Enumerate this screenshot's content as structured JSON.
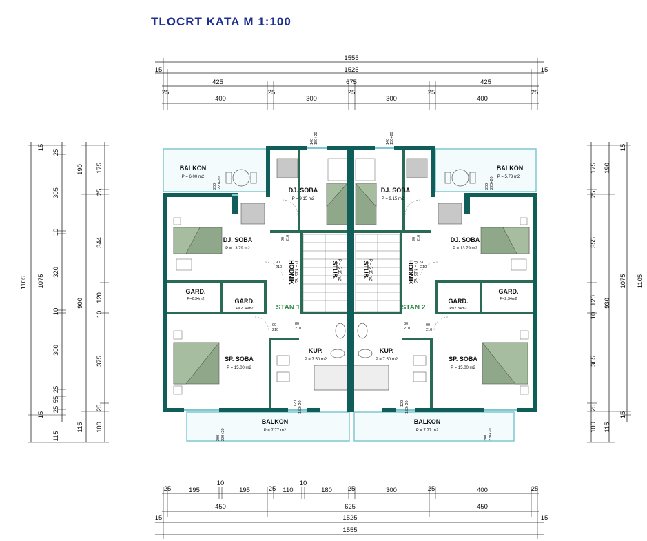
{
  "title": "TLOCRT KATA  M 1:100",
  "colors": {
    "title": "#1f2f8f",
    "wall": "#0f5e5a",
    "partition": "#2a6b55",
    "bed": "#8fa88a",
    "furniture": "#c8c8c8",
    "balcony": "#bfe8ec",
    "stan_label": "#2e8a4a"
  },
  "dims_top": {
    "total_outer": "1555",
    "edge_left": "15",
    "edge_right": "15",
    "total_inner": "1525",
    "row3": [
      "425",
      "675",
      "425"
    ],
    "row4": [
      "25",
      "400",
      "25",
      "300",
      "25",
      "300",
      "25",
      "400",
      "25"
    ]
  },
  "dims_bottom": {
    "row1": [
      "25",
      "195",
      "10",
      "195",
      "25",
      "110",
      "10",
      "180",
      "25",
      "300",
      "25",
      "400",
      "25"
    ],
    "row2": [
      "450",
      "625",
      "450"
    ],
    "edge_left": "15",
    "edge_right": "15",
    "total_inner": "1525",
    "total_outer": "1555"
  },
  "dims_left": {
    "outer": [
      "1105"
    ],
    "col2": [
      "15",
      "1075",
      "15"
    ],
    "col3": [
      "25",
      "305",
      "10",
      "320",
      "10",
      "300",
      "25",
      "55",
      "25"
    ],
    "col3_bottom": "115",
    "col4": [
      "190",
      "900"
    ],
    "col4_bottom": "115",
    "col5": [
      "175",
      "25",
      "344",
      "120",
      "10",
      "375",
      "25"
    ],
    "col5_bottom": "100"
  },
  "dims_right": {
    "outer": [
      "1105"
    ],
    "col_a": [
      "15",
      "1075",
      "15"
    ],
    "col_b": [
      "175",
      "25",
      "355",
      "120",
      "10",
      "365",
      "25"
    ],
    "col_b_bottom": "100",
    "col_c": [
      "190",
      "930"
    ],
    "col_c_bottom": "115"
  },
  "rooms": [
    {
      "name": "BALKON",
      "area": "P = 6.00 m2"
    },
    {
      "name": "DJ. SOBA",
      "area": "P = 9.15 m2"
    },
    {
      "name": "DJ. SOBA",
      "area": "P = 9.15 m2"
    },
    {
      "name": "BALKON",
      "area": "P = 5.73 m2"
    },
    {
      "name": "DJ. SOBA",
      "area": "P = 13.79 m2"
    },
    {
      "name": "DJ. SOBA",
      "area": "P = 13.79 m2"
    },
    {
      "name": "HODNIK",
      "area": "P = 4.93 m2"
    },
    {
      "name": "STUB.",
      "area": "P = 5.15 m2"
    },
    {
      "name": "STUB.",
      "area": "P = 5.15 m2"
    },
    {
      "name": "HODNIK",
      "area": "P = 4.93 m2"
    },
    {
      "name": "GARD.",
      "area": "P=2.34m2"
    },
    {
      "name": "GARD.",
      "area": "P=2.34m2"
    },
    {
      "name": "GARD.",
      "area": "P=2.34m2"
    },
    {
      "name": "GARD.",
      "area": "P=2.34m2"
    },
    {
      "name": "SP. SOBA",
      "area": "P = 15.00 m2"
    },
    {
      "name": "KUP.",
      "area": "P = 7.50 m2"
    },
    {
      "name": "KUP.",
      "area": "P = 7.50 m2"
    },
    {
      "name": "SP. SOBA",
      "area": "P = 15.00 m2"
    },
    {
      "name": "BALKON",
      "area": "P = 7.77 m2"
    },
    {
      "name": "BALKON",
      "area": "P = 7.77 m2"
    }
  ],
  "stan_labels": [
    "STAN 1",
    "STAN 2"
  ],
  "openings": {
    "door_90": [
      "90",
      "210"
    ],
    "door_80": [
      "80",
      "210"
    ],
    "win_200": [
      "200",
      "220+20"
    ],
    "win_140": [
      "140",
      "150+20"
    ],
    "win_120": [
      "120",
      "150+20"
    ]
  }
}
